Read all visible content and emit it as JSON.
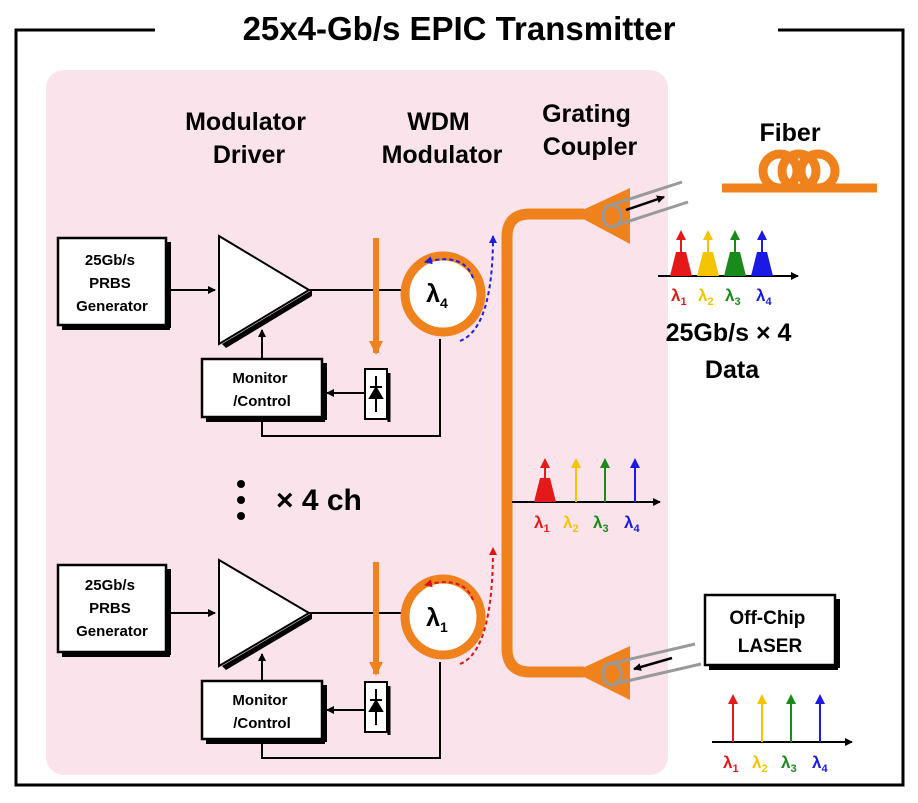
{
  "title": "25x4-Gb/s EPIC Transmitter",
  "headers": {
    "modulator_driver": [
      "Modulator",
      "Driver"
    ],
    "wdm_modulator": [
      "WDM",
      "Modulator"
    ],
    "grating_coupler": [
      "Grating",
      "Coupler"
    ],
    "fiber": "Fiber"
  },
  "channels": [
    {
      "prbs": [
        "25Gb/s",
        "PRBS",
        "Generator"
      ],
      "monitor": [
        "Monitor",
        "/Control"
      ],
      "ring_label": "λ",
      "ring_sub": "4",
      "ring_color": "#1e1edc"
    },
    {
      "prbs": [
        "25Gb/s",
        "PRBS",
        "Generator"
      ],
      "monitor": [
        "Monitor",
        "/Control"
      ],
      "ring_label": "λ",
      "ring_sub": "1",
      "ring_color": "#dc1414"
    }
  ],
  "channel_count_label": "× 4 ch",
  "output_data": [
    "25Gb/s × 4",
    "Data"
  ],
  "laser": [
    "Off-Chip",
    "LASER"
  ],
  "wavelengths": [
    {
      "label": "λ",
      "sub": "1",
      "color": "#e41a1a"
    },
    {
      "label": "λ",
      "sub": "2",
      "color": "#f5c400"
    },
    {
      "label": "λ",
      "sub": "3",
      "color": "#1a8a1a"
    },
    {
      "label": "λ",
      "sub": "4",
      "color": "#1a1ae4"
    }
  ],
  "colors": {
    "waveguide": "#f0821e",
    "chip_background": "#fbe3ec",
    "coupler_grey": "#999999"
  }
}
